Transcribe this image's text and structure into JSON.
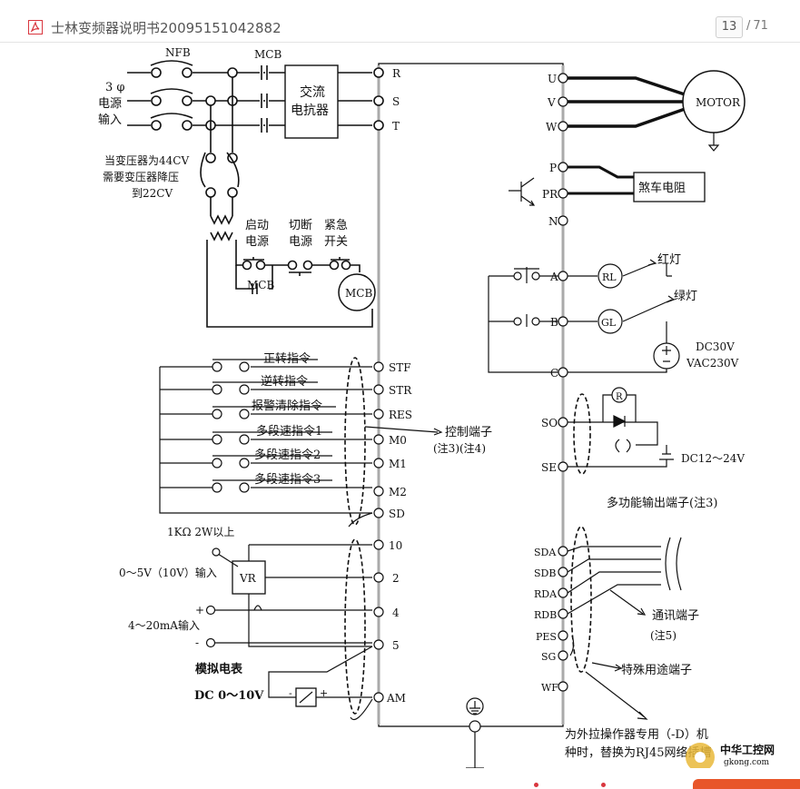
{
  "toolbar": {
    "title": "士林变频器说明书20095151042882",
    "current_page": "13",
    "page_separator": "/",
    "total_pages": "71",
    "icon": "pdf-icon"
  },
  "diagram": {
    "power": {
      "nfb": "NFB",
      "mcb": "MCB",
      "phase": "3 φ",
      "source1": "电源",
      "source2": "输入",
      "reactor1": "交流",
      "reactor2": "电抗器",
      "transformer_note1": "当变压器为44CV",
      "transformer_note2": "需要变压器降压",
      "transformer_note3": "到22CV",
      "start1": "启动",
      "start2": "电源",
      "cut1": "切断",
      "cut2": "电源",
      "emergency1": "紧急",
      "emergency2": "开关",
      "mcb_contact": "MCB",
      "mcb_coil": "MCB"
    },
    "input_terminals": [
      "R",
      "S",
      "T"
    ],
    "output_terminals": [
      "U",
      "V",
      "W"
    ],
    "motor": "MOTOR",
    "brake_terminals": [
      "P",
      "PR",
      "N"
    ],
    "brake_resistor": "煞车电阻",
    "relay_terminals": [
      "A",
      "B",
      "C"
    ],
    "rl_lamp": "RL",
    "gl_lamp": "GL",
    "red_lamp": "红灯",
    "green_lamp": "绿灯",
    "relay_supply1": "DC30V",
    "relay_supply2": "VAC230V",
    "commands": [
      "正转指令",
      "逆转指令",
      "报警清除指令",
      "多段速指令1",
      "多段速指令2",
      "多段速指令3"
    ],
    "control_terminals": [
      "STF",
      "STR",
      "RES",
      "M0",
      "M1",
      "M2",
      "SD"
    ],
    "control_label1": "控制端子",
    "control_label2": "(注3)(注4)",
    "analog_terminals": [
      "10",
      "2",
      "4",
      "5"
    ],
    "pot_spec": "1KΩ  2W以上",
    "vr": "VR",
    "voltage_input": "0～5V（10V）输入",
    "current_input": "4～20mA输入",
    "plus_sign": "+",
    "minus_sign": "-",
    "meter_label": "模拟电表",
    "meter_range": "DC 0～10V",
    "am_terminal": "AM",
    "so_terminals": [
      "SO",
      "SE"
    ],
    "r_component": "R",
    "dc_supply": "DC12～24V",
    "mo_note": "多功能输出端子(注3)",
    "comm_terminals": [
      "SDA",
      "SDB",
      "RDA",
      "RDB",
      "PES",
      "SG",
      "WF"
    ],
    "comm_label1": "通讯端子",
    "comm_label2": "(注5)",
    "special_label": "特殊用途端子",
    "bottom_note1": "为外拉操作器专用（-D）机",
    "bottom_note2": "种时，替换为RJ45网络插槽"
  },
  "watermark": {
    "text1": "中华工控网",
    "text2": "gkong.com"
  }
}
